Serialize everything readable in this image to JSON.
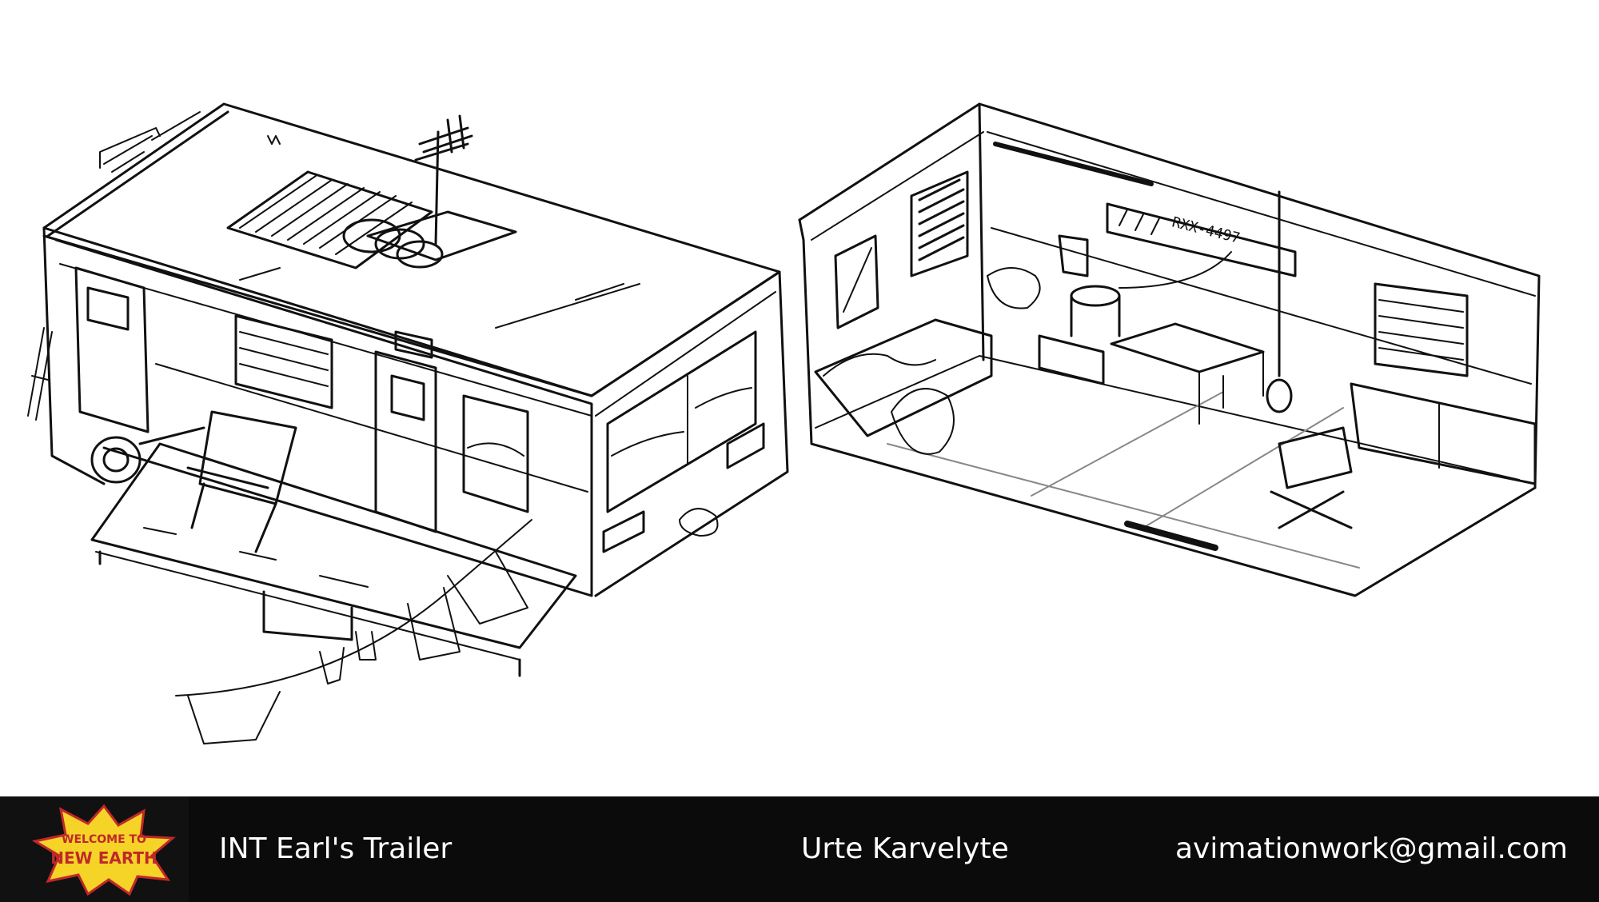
{
  "footer": {
    "logo_line1": "WELCOME TO",
    "logo_line2": "NEW EARTH",
    "title": "INT Earl's Trailer",
    "author": "Urte Karvelyte",
    "email": "avimationwork@gmail.com"
  },
  "sketch": {
    "plate_text": "RXX-4497"
  },
  "colors": {
    "background": "#ffffff",
    "footer_bg": "#0b0b0b",
    "ink": "#111111",
    "logo_yellow": "#f5d327",
    "logo_red": "#c0282a"
  },
  "icons": {
    "logo": "welcome-to-new-earth-logo"
  }
}
